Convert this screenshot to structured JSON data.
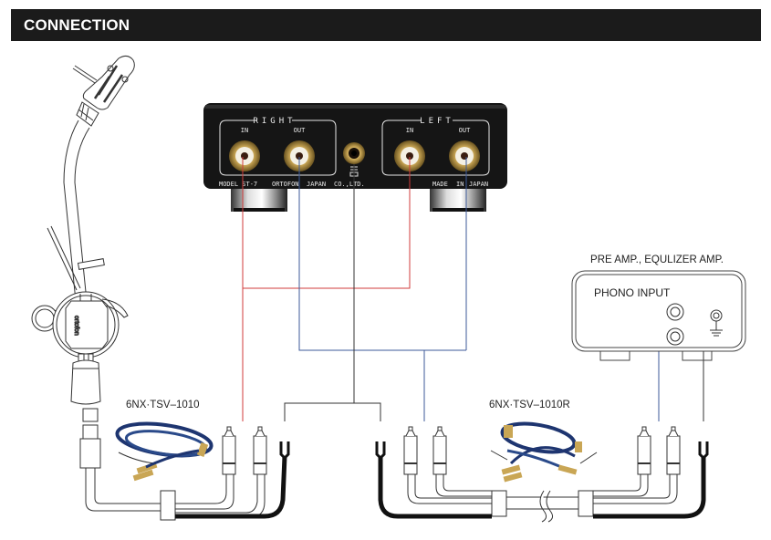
{
  "header": {
    "title": "CONNECTION"
  },
  "transformer": {
    "model_label": "MODEL ST-7",
    "brand_label": "ORTOFON",
    "country_label": "JAPAN",
    "company_label": "CO.,LTD.",
    "made_in_label": "MADE IN JAPAN",
    "made_label": "MADE",
    "in_label": "IN",
    "channels": [
      {
        "name": "RIGHT",
        "in_label": "IN",
        "out_label": "OUT"
      },
      {
        "name": "LEFT",
        "in_label": "IN",
        "out_label": "OUT"
      }
    ]
  },
  "amplifier": {
    "title": "PRE AMP., EQULIZER AMP.",
    "input_label": "PHONO INPUT"
  },
  "cables": [
    {
      "name": "6NX·TSV–1010"
    },
    {
      "name": "6NX·TSV–1010R"
    }
  ],
  "tonearm": {
    "brand_mark": "ortofon"
  },
  "colors": {
    "header_bg": "#1b1b1b",
    "wire_right": "#d23b3b",
    "wire_left": "#3d5a9a",
    "wire_ground": "#333333",
    "cable_blue": "#1e3570",
    "gold": "#c9a655"
  }
}
